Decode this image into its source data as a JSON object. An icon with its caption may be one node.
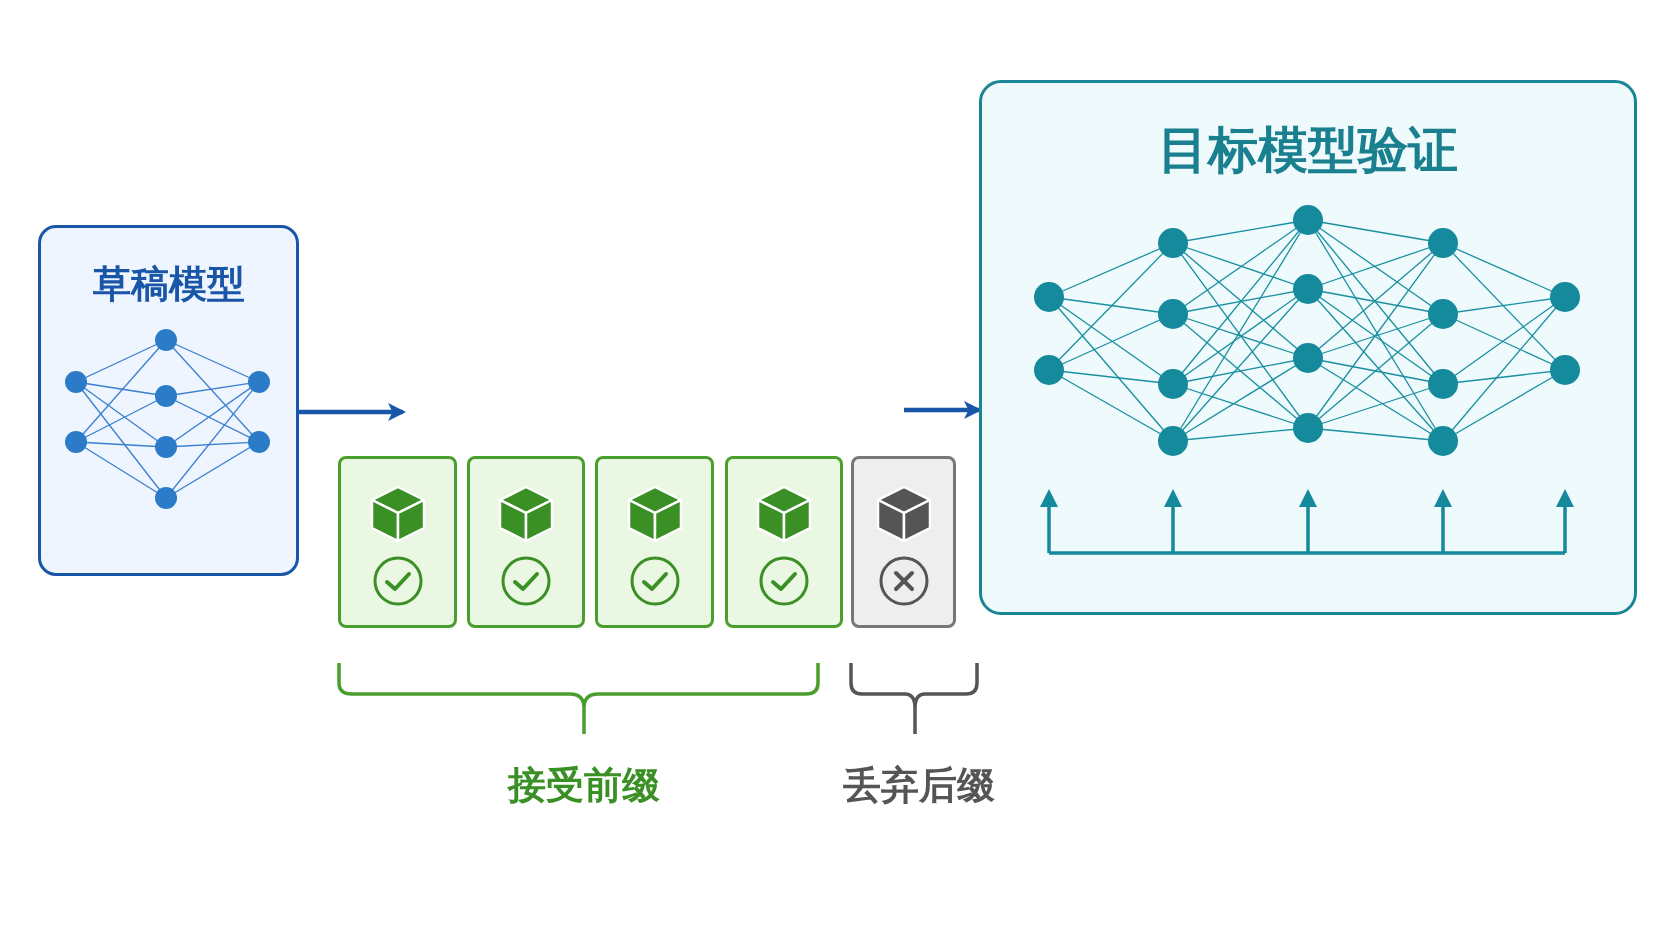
{
  "diagram": {
    "nodes": [
      {
        "text": [
          "草稿模型"
        ]
      },
      {
        "text": [],
        "shape": "box"
      },
      {
        "text": [],
        "shape": "box"
      },
      {
        "text": [],
        "shape": "box"
      },
      {
        "text": [],
        "shape": "box"
      },
      {
        "text": [],
        "shape": "box"
      },
      {
        "text": [
          "目标模型验证"
        ]
      }
    ],
    "edges": [
      {
        "from": 0,
        "to": 1,
        "arrow": "to"
      },
      {
        "from": null,
        "to": 6,
        "arrow": "to"
      }
    ],
    "labels": [
      "接受前缀",
      "丢弃后缀"
    ]
  }
}
